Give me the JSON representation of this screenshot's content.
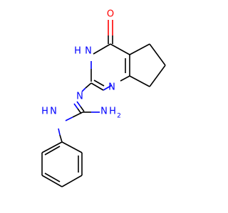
{
  "molecule": {
    "atom_labels": {
      "oxygen": "O",
      "ring_nh_h": "H",
      "ring_nh_n": "N",
      "ring_n_lower": "N",
      "imine_n": "N",
      "amine_nh_h": "H",
      "amine_nh_n": "N",
      "nh2_n": "N",
      "nh2_h": "H",
      "nh2_sub": "2"
    },
    "colors": {
      "carbon_bond": "#000000",
      "nitrogen": "#0000ff",
      "oxygen": "#ff0000"
    }
  }
}
